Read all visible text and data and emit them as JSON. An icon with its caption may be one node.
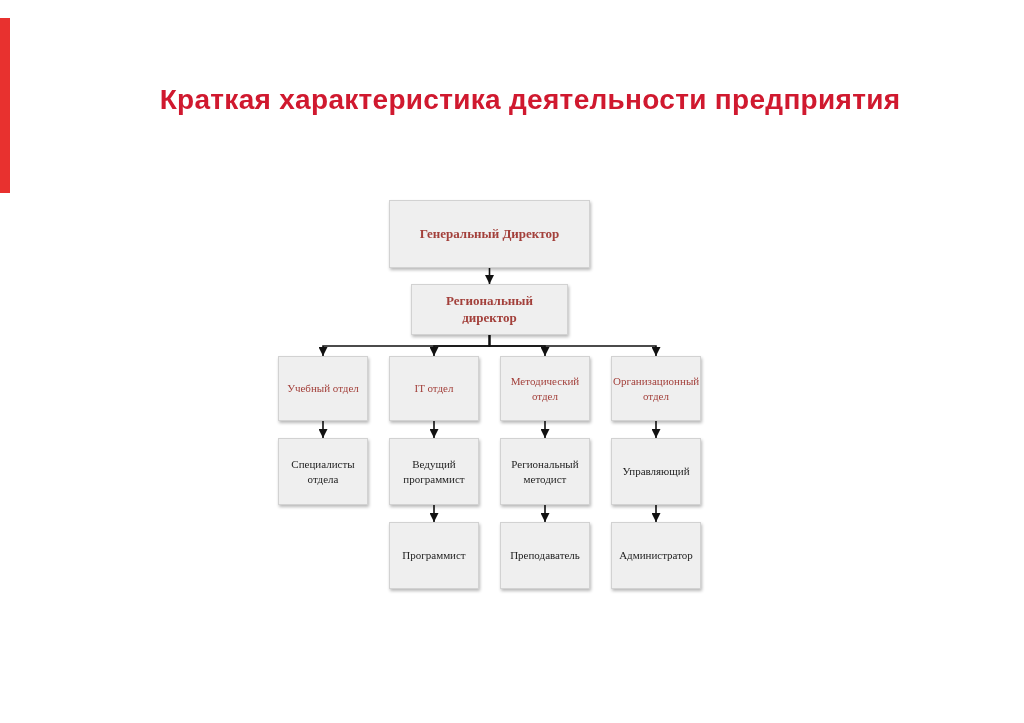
{
  "diagram": {
    "title": "Краткая характеристика деятельности предприятия",
    "nodes": [
      {
        "text": [
          "Генеральный Директор"
        ]
      },
      {
        "text": [
          "Региональный директор"
        ]
      },
      {
        "text": [
          "Учебный отдел"
        ]
      },
      {
        "text": [
          "IT отдел"
        ]
      },
      {
        "text": [
          "Методический отдел"
        ]
      },
      {
        "text": [
          "Организационный отдел"
        ]
      },
      {
        "text": [
          "Специалисты отдела"
        ]
      },
      {
        "text": [
          "Ведущий программист"
        ]
      },
      {
        "text": [
          "Региональный методист"
        ]
      },
      {
        "text": [
          "Управляющий"
        ]
      },
      {
        "text": [
          "Программист"
        ]
      },
      {
        "text": [
          "Преподаватель"
        ]
      },
      {
        "text": [
          "Администратор"
        ]
      }
    ],
    "edges": [
      {
        "from": 0,
        "to": 1,
        "arrow": "to"
      },
      {
        "from": 1,
        "to": 2,
        "arrow": "to"
      },
      {
        "from": 1,
        "to": 3,
        "arrow": "to"
      },
      {
        "from": 1,
        "to": 4,
        "arrow": "to"
      },
      {
        "from": 1,
        "to": 5,
        "arrow": "to"
      },
      {
        "from": 2,
        "to": 6,
        "arrow": "to"
      },
      {
        "from": 3,
        "to": 7,
        "arrow": "to"
      },
      {
        "from": 4,
        "to": 8,
        "arrow": "to"
      },
      {
        "from": 5,
        "to": 9,
        "arrow": "to"
      },
      {
        "from": 7,
        "to": 10,
        "arrow": "to"
      },
      {
        "from": 8,
        "to": 11,
        "arrow": "to"
      },
      {
        "from": 9,
        "to": 12,
        "arrow": "to"
      }
    ]
  }
}
